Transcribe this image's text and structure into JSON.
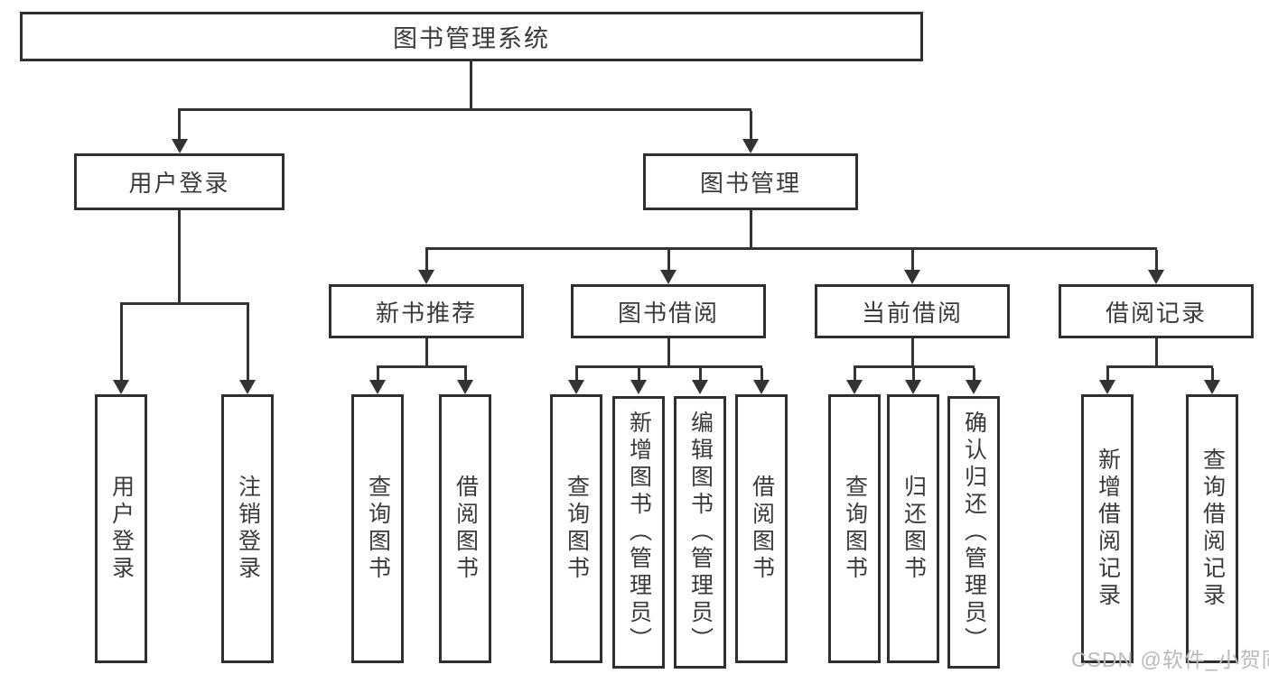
{
  "diagram": {
    "root": {
      "label": "图书管理系统",
      "children": [
        {
          "label": "用户登录",
          "children": [
            {
              "label": "用户登录"
            },
            {
              "label": "注销登录"
            }
          ]
        },
        {
          "label": "图书管理",
          "children": [
            {
              "label": "新书推荐",
              "children": [
                {
                  "label": "查询图书"
                },
                {
                  "label": "借阅图书"
                }
              ]
            },
            {
              "label": "图书借阅",
              "children": [
                {
                  "label": "查询图书"
                },
                {
                  "label": "新增图书（管理员）"
                },
                {
                  "label": "编辑图书（管理员）"
                },
                {
                  "label": "借阅图书"
                }
              ]
            },
            {
              "label": "当前借阅",
              "children": [
                {
                  "label": "查询图书"
                },
                {
                  "label": "归还图书"
                },
                {
                  "label": "确认归还（管理员）"
                }
              ]
            },
            {
              "label": "借阅记录",
              "children": [
                {
                  "label": "新增借阅记录"
                },
                {
                  "label": "查询借阅记录"
                }
              ]
            }
          ]
        }
      ]
    },
    "watermark": "CSDN @软件_小贺同学",
    "colors": {
      "line": "#333333",
      "border": "#2f2f2f",
      "text": "#3a3a3a",
      "watermark": "#b9b9b9",
      "background": "#ffffff"
    }
  }
}
